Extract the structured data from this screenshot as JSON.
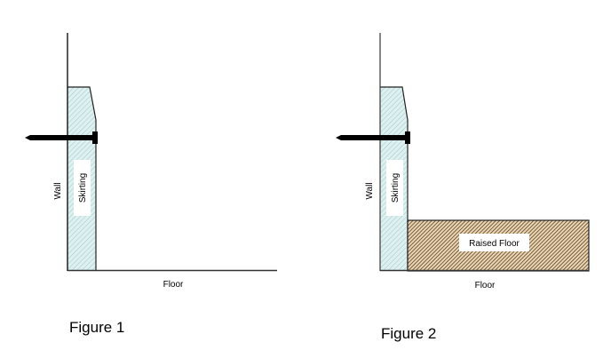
{
  "figures": [
    {
      "caption": "Figure 1",
      "labels": {
        "wall": "Wall",
        "skirting": "Skirting",
        "floor": "Floor"
      }
    },
    {
      "caption": "Figure 2",
      "labels": {
        "wall": "Wall",
        "skirting": "Skirting",
        "floor": "Floor",
        "raised_floor": "Raised Floor"
      }
    }
  ],
  "colors": {
    "line": "#000000",
    "skirting_fill": "#dcefef",
    "skirting_hatch": "#9fc9cc",
    "raised_floor_fill": "#e9cfa8",
    "raised_floor_hatch": "#4a3a28",
    "label_bg": "#ffffff"
  }
}
